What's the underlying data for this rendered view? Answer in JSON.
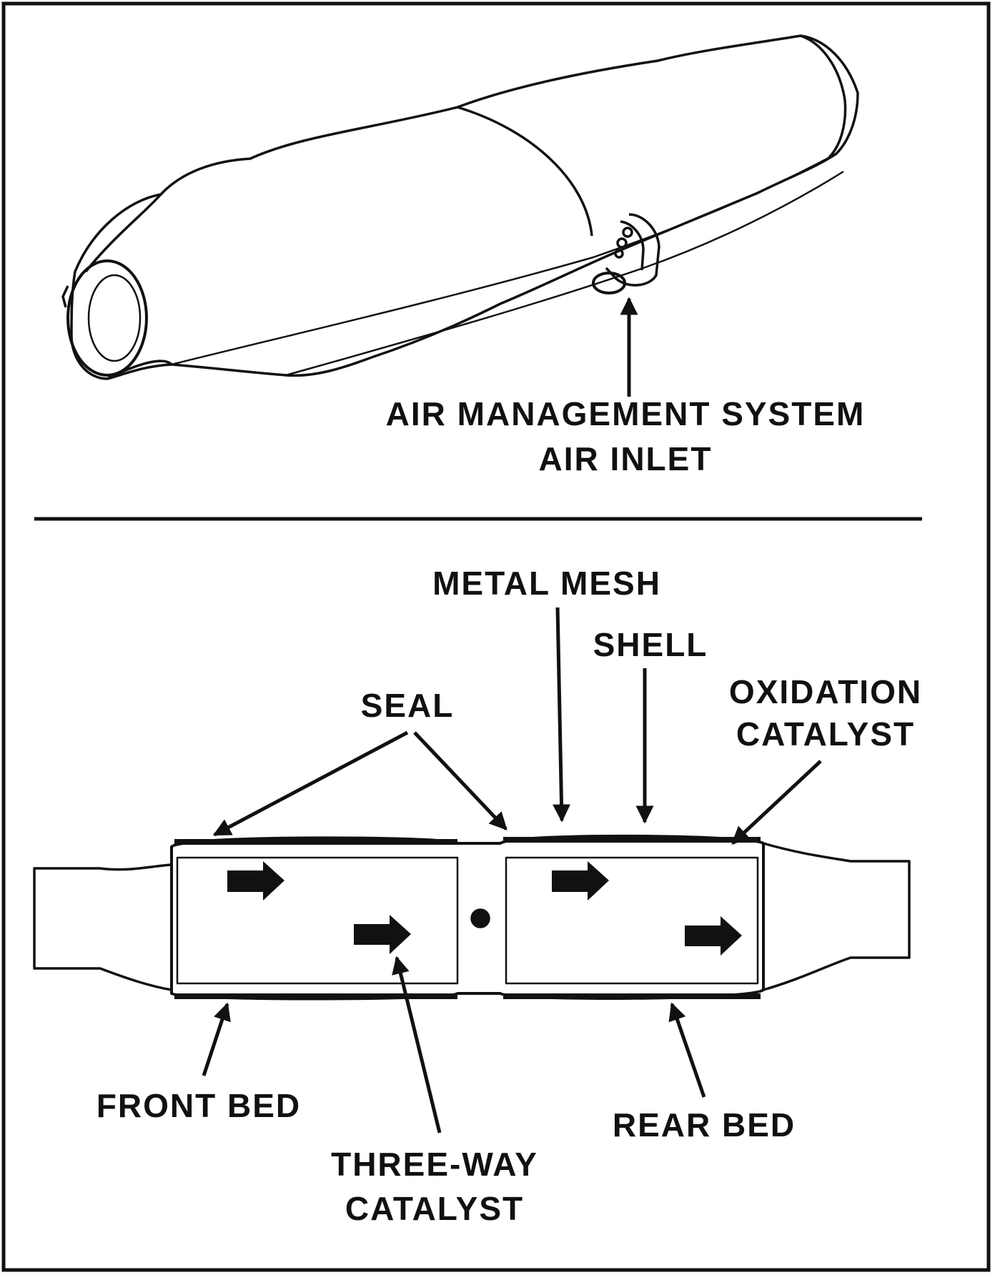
{
  "top_view": {
    "inlet_label_line1": "AIR MANAGEMENT SYSTEM",
    "inlet_label_line2": "AIR INLET"
  },
  "bottom_view": {
    "metal_mesh": "METAL MESH",
    "shell": "SHELL",
    "seal": "SEAL",
    "oxidation_line1": "OXIDATION",
    "oxidation_line2": "CATALYST",
    "front_bed": "FRONT BED",
    "three_way_line1": "THREE-WAY",
    "three_way_line2": "CATALYST",
    "rear_bed": "REAR BED"
  },
  "colors": {
    "ink": "#111111",
    "paper": "#ffffff"
  }
}
